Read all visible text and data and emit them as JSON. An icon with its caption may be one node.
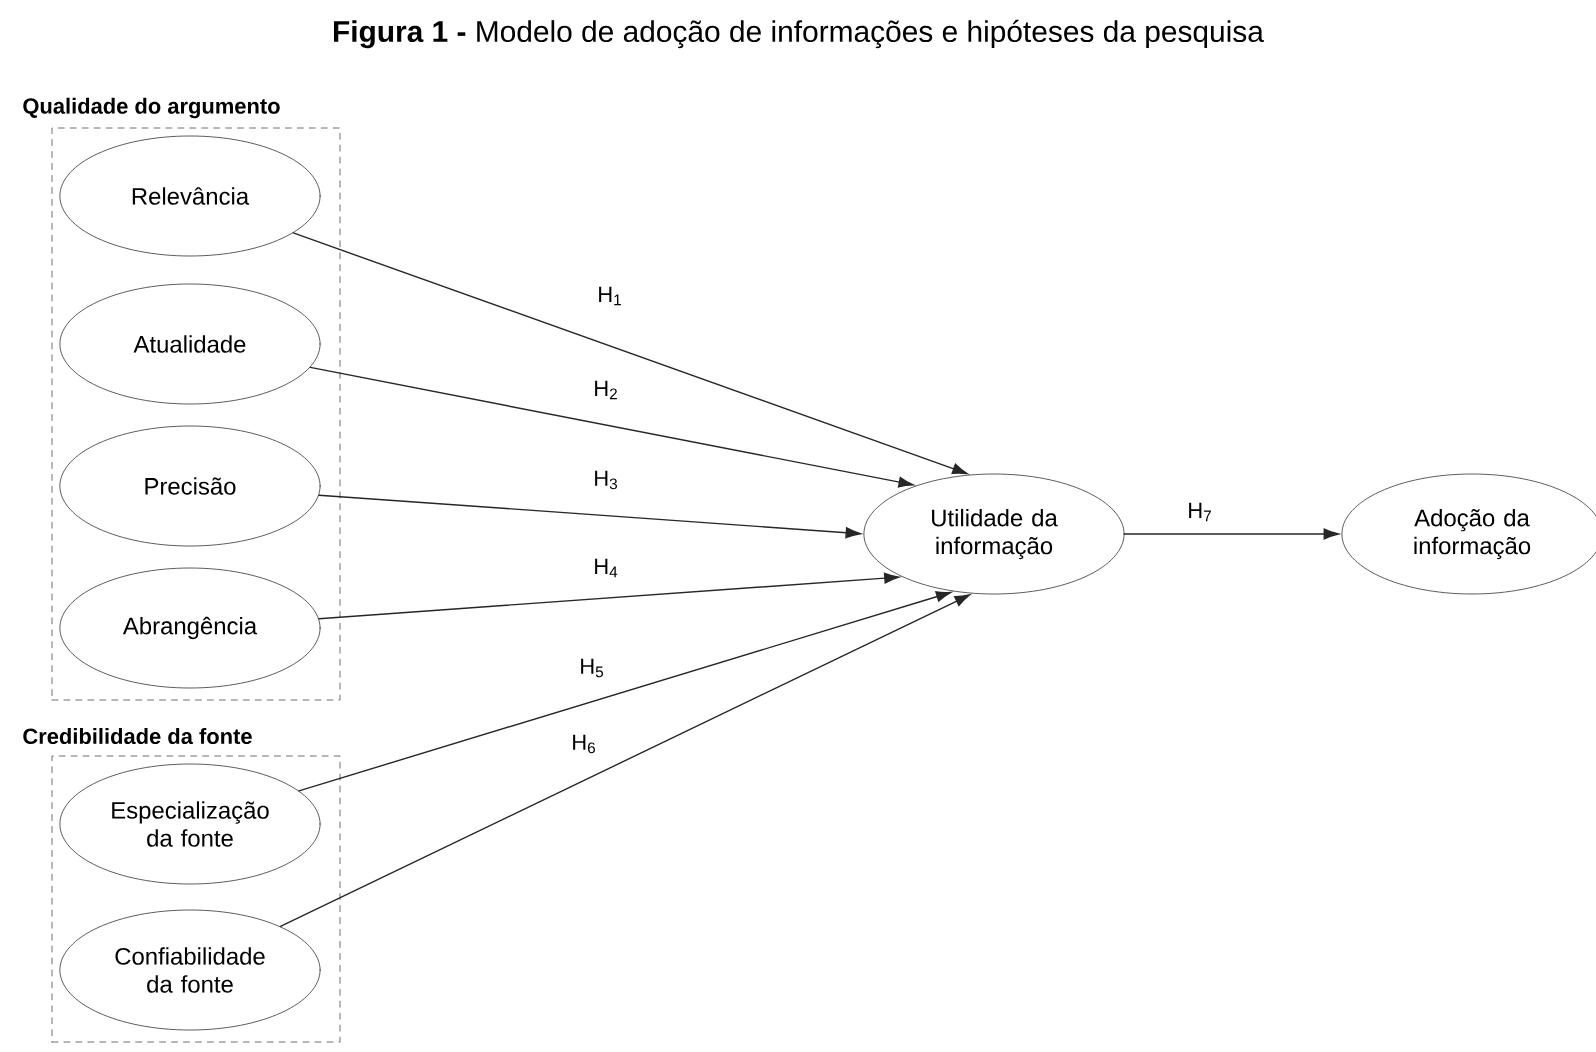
{
  "diagram": {
    "title": "**Figura 1 -** Modelo de adoção de informações e hipóteses da pesquisa",
    "nodes": [
      {
        "text": [
          "Qualidade do argumento"
        ]
      },
      {
        "text": [
          "Relevância"
        ],
        "in": 0
      },
      {
        "text": [
          "Atualidade"
        ],
        "in": 0
      },
      {
        "text": [
          "Precisão"
        ],
        "in": 0
      },
      {
        "text": [
          "Abrangência"
        ],
        "in": 0
      },
      {
        "text": [
          "Credibilidade da fonte"
        ]
      },
      {
        "text": [
          "Especialização da fonte"
        ],
        "in": 5
      },
      {
        "text": [
          "Confiabilidade da fonte"
        ],
        "in": 5
      },
      {
        "text": [
          "Utilidade da informação"
        ]
      },
      {
        "text": [
          "Adoção da informação"
        ]
      }
    ],
    "edges": [
      {
        "from": 1,
        "to": 8,
        "arrow": "to",
        "label": "H$_{1}$"
      },
      {
        "from": 2,
        "to": 8,
        "arrow": "to",
        "label": "H$_{2}$"
      },
      {
        "from": 3,
        "to": 8,
        "arrow": "to",
        "label": "H$_{3}$"
      },
      {
        "from": 4,
        "to": 8,
        "arrow": "to",
        "label": "H$_{4}$"
      },
      {
        "from": 6,
        "to": 8,
        "arrow": "to",
        "label": "H$_{5}$"
      },
      {
        "from": 7,
        "to": 8,
        "arrow": "to",
        "label": "H$_{6}$"
      },
      {
        "from": 8,
        "to": 9,
        "arrow": "to",
        "label": "H$_{7}$"
      }
    ]
  }
}
